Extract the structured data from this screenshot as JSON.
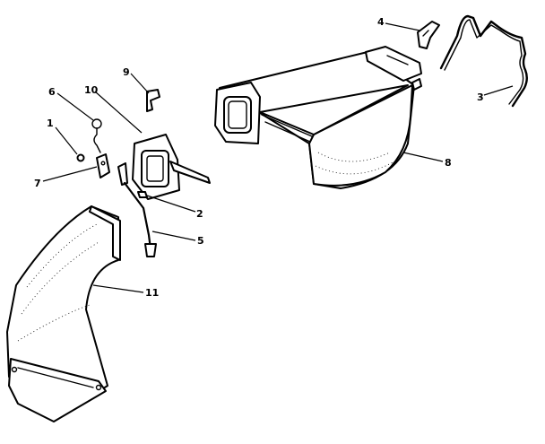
{
  "callouts": [
    {
      "id": "1",
      "text": "1"
    },
    {
      "id": "2",
      "text": "2"
    },
    {
      "id": "3",
      "text": "3"
    },
    {
      "id": "4",
      "text": "4"
    },
    {
      "id": "5",
      "text": "5"
    },
    {
      "id": "6",
      "text": "6"
    },
    {
      "id": "7",
      "text": "7"
    },
    {
      "id": "8",
      "text": "8"
    },
    {
      "id": "9",
      "text": "9"
    },
    {
      "id": "10",
      "text": "10"
    },
    {
      "id": "11",
      "text": "11"
    }
  ]
}
